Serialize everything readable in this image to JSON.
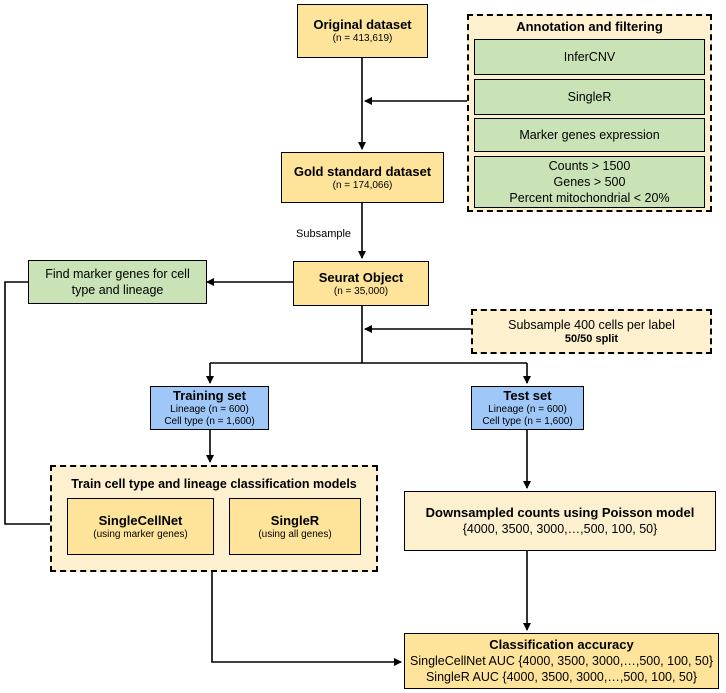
{
  "original": {
    "title": "Original dataset",
    "sub": "(n = 413,619)"
  },
  "annotation": {
    "title": "Annotation and filtering",
    "items": [
      "InferCNV",
      "SingleR",
      "Marker genes expression"
    ],
    "filters": [
      "Counts > 1500",
      "Genes > 500",
      "Percent mitochondrial < 20%"
    ]
  },
  "gold": {
    "title": "Gold standard dataset",
    "sub": "(n = 174,066)"
  },
  "subsample_label": "Subsample",
  "seurat": {
    "title": "Seurat Object",
    "sub": "(n = 35,000)"
  },
  "marker": {
    "text": "Find marker genes for cell type and lineage"
  },
  "subsample400": {
    "line1": "Subsample 400 cells per label",
    "line2": "50/50 split"
  },
  "training": {
    "title": "Training set",
    "line1": "Lineage (n = 600)",
    "line2": "Cell type (n = 1,600)"
  },
  "test": {
    "title": "Test set",
    "line1": "Lineage (n = 600)",
    "line2": "Cell type (n = 1,600)"
  },
  "train_models": {
    "title": "Train cell type and lineage classification models",
    "singlecellnet": {
      "title": "SingleCellNet",
      "sub": "(using marker genes)"
    },
    "singler": {
      "title": "SingleR",
      "sub": "(using all genes)"
    }
  },
  "downsampled": {
    "title": "Downsampled counts using Poisson model",
    "sub": "{4000, 3500, 3000,…,500, 100, 50}"
  },
  "accuracy": {
    "title": "Classification accuracy",
    "line1": "SingleCellNet AUC {4000, 3500, 3000,…,500, 100, 50}",
    "line2": "SingleR AUC {4000, 3500, 3000,…,500, 100, 50}"
  }
}
